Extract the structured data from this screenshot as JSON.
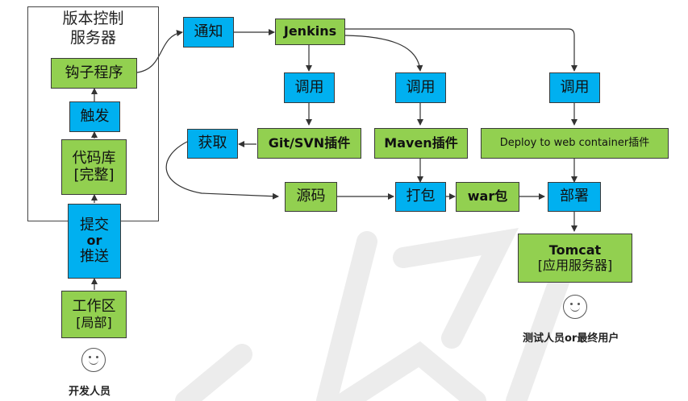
{
  "server": {
    "title_line1": "版本控制",
    "title_line2": "服务器"
  },
  "nodes": {
    "hook": "钩子程序",
    "trigger": "触发",
    "repo_line1": "代码库",
    "repo_line2": "[完整]",
    "commit_line1": "提交",
    "commit_line2": "or",
    "commit_line3": "推送",
    "workspace_line1": "工作区",
    "workspace_line2": "[局部]",
    "notify": "通知",
    "jenkins": "Jenkins",
    "invoke": "调用",
    "git_plugin": "Git/SVN插件",
    "maven_plugin": "Maven插件",
    "deploy_plugin": "Deploy to web container插件",
    "fetch": "获取",
    "source": "源码",
    "package": "打包",
    "war": "war包",
    "deploy": "部署",
    "tomcat_line1": "Tomcat",
    "tomcat_line2": "[应用服务器]"
  },
  "people": {
    "developer": "开发人员",
    "tester": "测试人员or最终用户"
  },
  "colors": {
    "action": "#00b0f0",
    "artifact": "#92d050",
    "arrow": "#333333"
  }
}
